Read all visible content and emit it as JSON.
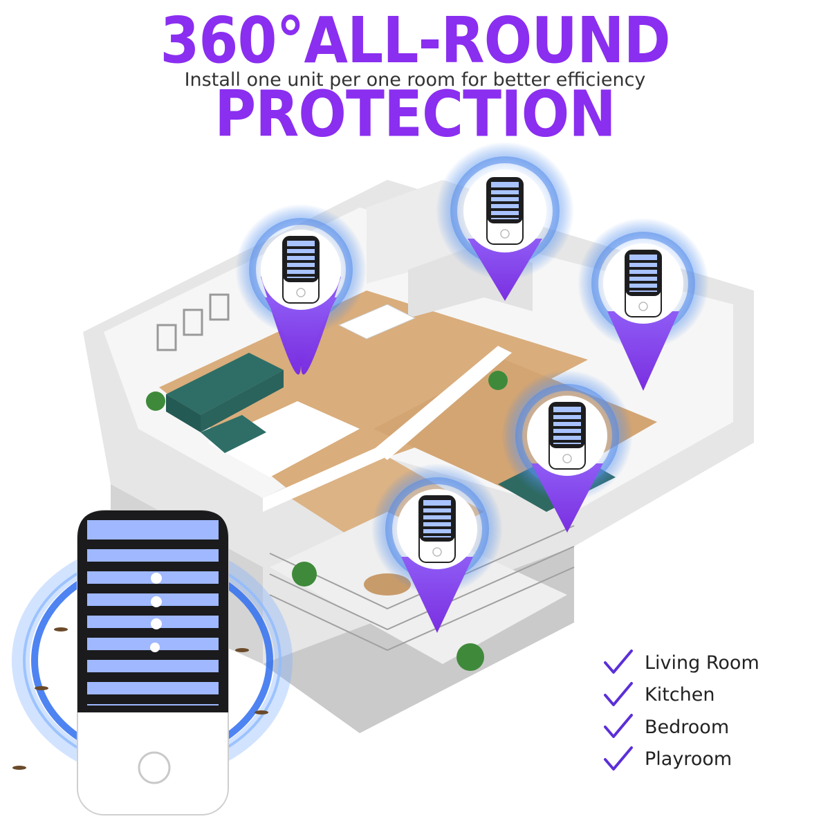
{
  "header": {
    "title": "360°ALL-ROUND PROTECTION",
    "subtitle": "Install one unit per one room for better efficiency"
  },
  "rooms": [
    {
      "label": "Living Room",
      "icon": "checkmark-icon"
    },
    {
      "label": "Kitchen",
      "icon": "checkmark-icon"
    },
    {
      "label": "Bedroom",
      "icon": "checkmark-icon"
    },
    {
      "label": "Playroom",
      "icon": "checkmark-icon"
    }
  ],
  "colors": {
    "title": "#8a2ef0",
    "check": "#5b2fd8",
    "pin": "#8c4cf0",
    "ripple": "#3a7de8",
    "floor": "#d9ad7c",
    "wall": "#f4f4f4",
    "sofa": "#2e6e67"
  }
}
